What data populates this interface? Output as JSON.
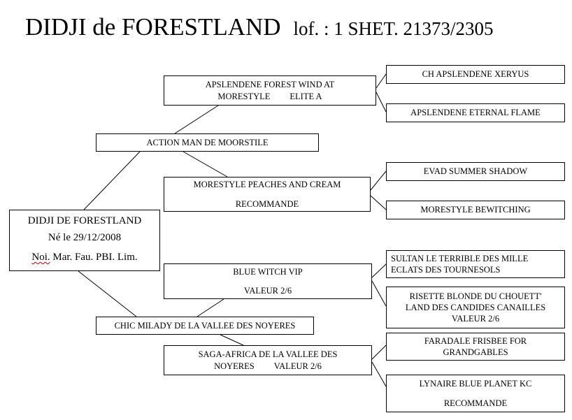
{
  "title": {
    "name": "DIDJI de FORESTLAND",
    "lof": "lof. : 1 SHET. 21373/2305"
  },
  "subject": {
    "name": "DIDJI DE FORESTLAND",
    "born": "Né le 29/12/2008",
    "color_prefix": "Noi.",
    "color_rest": " Mar. Fau. PBI. Lim."
  },
  "sire": {
    "name": "ACTION MAN DE MOORSTILE"
  },
  "dam": {
    "name": "CHIC MILADY DE LA VALLEE DES NOYERES"
  },
  "sire_sire": {
    "line1": "APSLENDENE FOREST WIND AT",
    "line2a": "MORESTYLE",
    "line2b": "ELITE A"
  },
  "sire_dam": {
    "line1": "MORESTYLE PEACHES AND CREAM",
    "line2": "RECOMMANDE"
  },
  "dam_sire": {
    "line1": "BLUE WITCH VIP",
    "line2": "VALEUR 2/6"
  },
  "dam_dam": {
    "line1": "SAGA-AFRICA DE LA VALLEE DES",
    "line2a": "NOYERES",
    "line2b": "VALEUR 2/6"
  },
  "gg1": {
    "name": "CH APSLENDENE XERYUS"
  },
  "gg2": {
    "name": "APSLENDENE ETERNAL FLAME"
  },
  "gg3": {
    "name": "EVAD SUMMER SHADOW"
  },
  "gg4": {
    "name": "MORESTYLE BEWITCHING"
  },
  "gg5": {
    "line1": "SULTAN LE TERRIBLE DES MILLE",
    "line2": "ECLATS DES TOURNESOLS"
  },
  "gg6": {
    "line1": "RISETTE BLONDE DU CHOUETT'",
    "line2": "LAND DES CANDIDES CANAILLES",
    "line3": "VALEUR 2/6"
  },
  "gg7": {
    "line1": "FARADALE FRISBEE FOR",
    "line2": "GRANDGABLES"
  },
  "gg8": {
    "line1": "LYNAIRE BLUE PLANET KC",
    "line2": "RECOMMANDE"
  }
}
